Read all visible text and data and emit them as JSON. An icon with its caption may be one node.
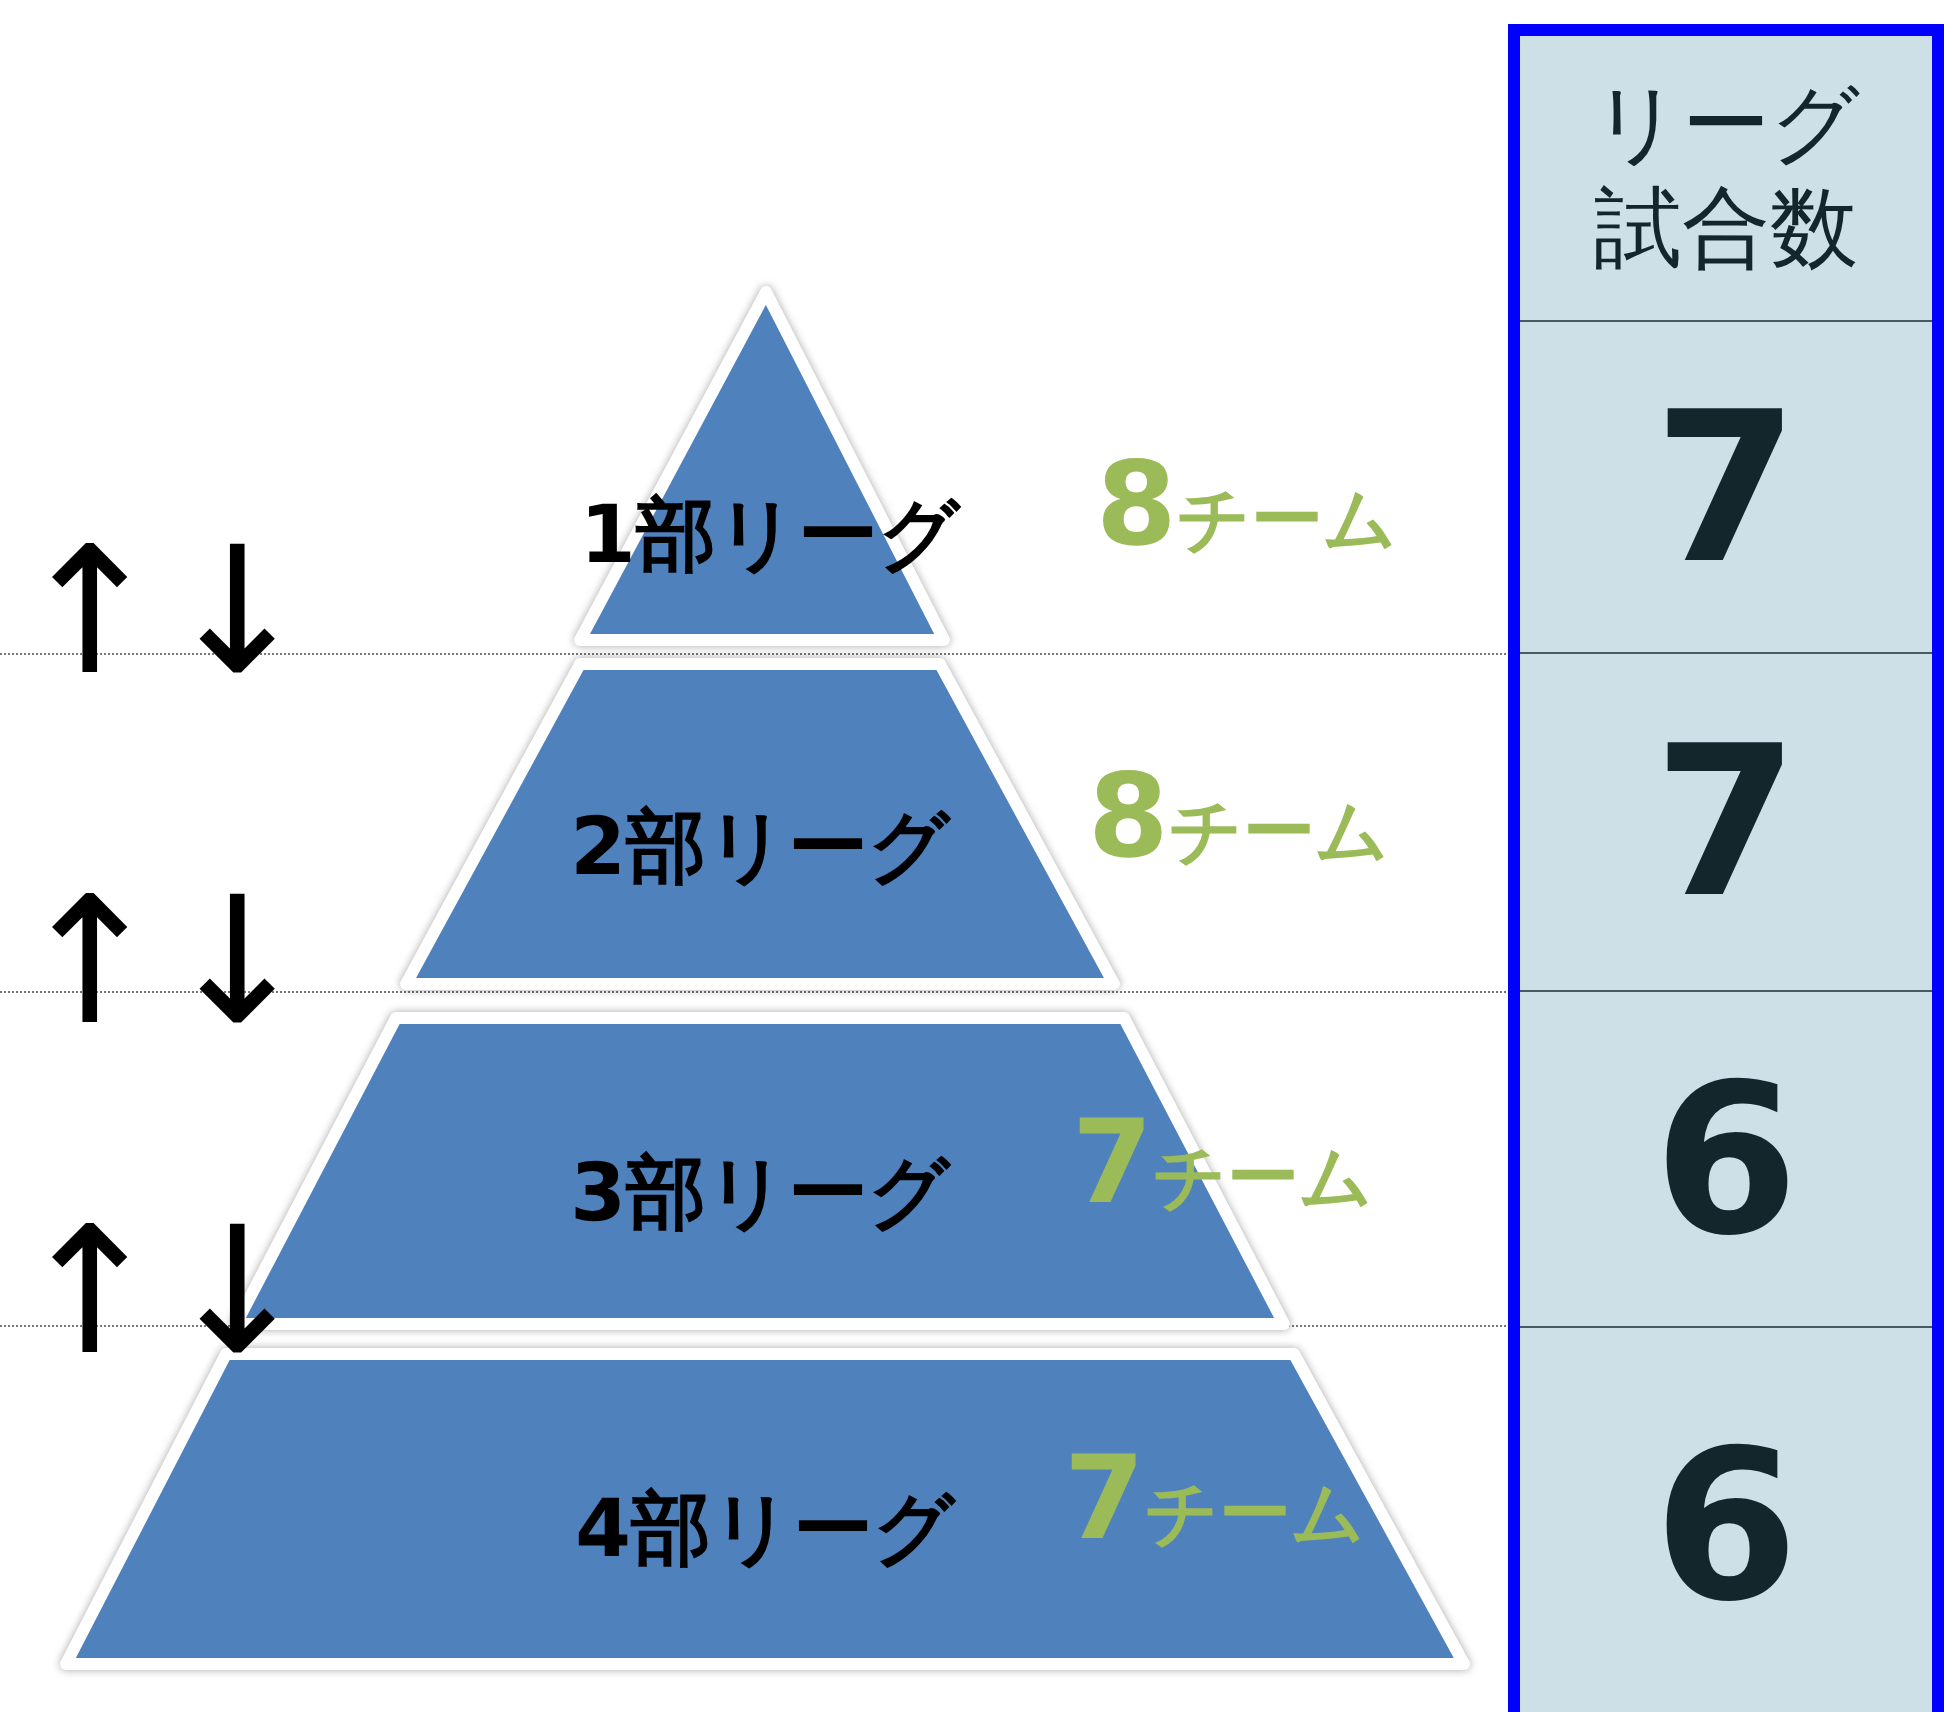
{
  "diagram": {
    "nodes": [
      {
        "text": [
          "1部リーグ",
          "8チーム"
        ]
      },
      {
        "text": [
          "2部リーグ",
          "8チーム"
        ]
      },
      {
        "text": [
          "3部リーグ",
          "7チーム"
        ]
      },
      {
        "text": [
          "4部リーグ",
          "7チーム"
        ]
      }
    ],
    "edges": [],
    "labels": [
      "リーグ試合数",
      "7",
      "7",
      "6",
      "6",
      "↑↓",
      "↑↓",
      "↑↓"
    ]
  }
}
